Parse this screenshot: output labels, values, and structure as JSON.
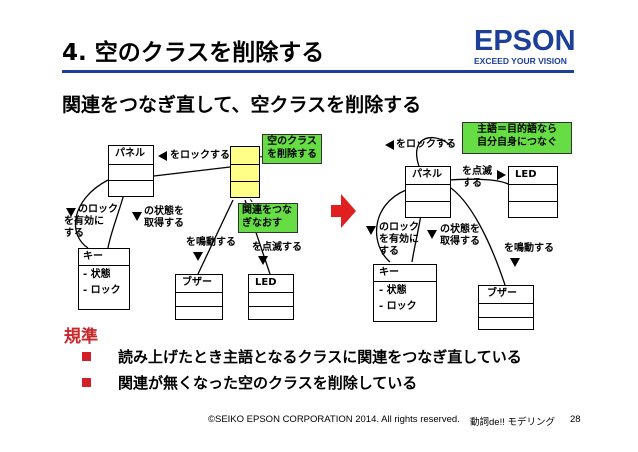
{
  "slide": {
    "title": "4. 空のクラスを削除する",
    "subtitle": "関連をつなぎ直して、空クラスを削除する",
    "logo_text": "EPSON",
    "logo_tagline": "EXCEED YOUR VISION",
    "page_number": "28",
    "copyright": "©SEIKO EPSON CORPORATION 2014. All rights reserved.",
    "footer_note": "動詞de!! モデリング"
  },
  "left_diagram": {
    "panel": "パネル",
    "key": "キー",
    "key_attrs": [
      "- 状態",
      "- ロック"
    ],
    "buzzer": "ブザー",
    "led": "LED",
    "assoc_lock": "をロックする",
    "assoc_enable_lock": [
      "のロック",
      "を有効に",
      "する"
    ],
    "assoc_get_state": [
      "の状態を",
      "取得する"
    ],
    "assoc_sound": "を鳴動する",
    "assoc_blink": "を点滅する",
    "note_delete": [
      "空のクラス",
      "を削除する"
    ],
    "note_reconnect": [
      "関連をつな",
      "ぎなおす"
    ]
  },
  "right_diagram": {
    "panel": "パネル",
    "led": "LED",
    "key": "キー",
    "key_attrs": [
      "- 状態",
      "- ロック"
    ],
    "buzzer": "ブザー",
    "assoc_lock": "をロックする",
    "assoc_blink": [
      "を点滅",
      "する"
    ],
    "assoc_enable_lock": [
      "のロック",
      "を有効に",
      "する"
    ],
    "assoc_get_state": [
      "の状態を",
      "取得する"
    ],
    "assoc_sound": "を鳴動する",
    "note_subject": [
      "主語＝目的語なら",
      "自分自身につなぐ"
    ]
  },
  "rules": {
    "label": "規準",
    "items": [
      "読み上げたとき主語となるクラスに関連をつなぎ直している",
      "関連が無くなった空のクラスを削除している"
    ]
  },
  "colors": {
    "accent_blue": "#1a3f9e",
    "note_green": "#66dd44",
    "empty_class_yellow": "#ffff88",
    "arrow_red": "#e02020",
    "rule_red": "#c8282c"
  }
}
